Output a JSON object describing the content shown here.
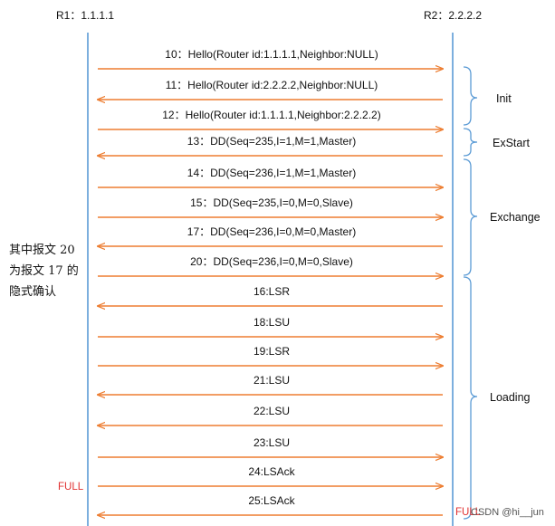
{
  "routers": {
    "left": "R1：1.1.1.1",
    "right": "R2：2.2.2.2"
  },
  "messages": [
    {
      "text": "10：Hello(Router id:1.1.1.1,Neighbor:NULL)",
      "dir": "right"
    },
    {
      "text": "11：Hello(Router id:2.2.2.2,Neighbor:NULL)",
      "dir": "left"
    },
    {
      "text": "12：Hello(Router id:1.1.1.1,Neighbor:2.2.2.2)",
      "dir": "right"
    },
    {
      "text": "13：DD(Seq=235,I=1,M=1,Master)",
      "dir": "left"
    },
    {
      "text": "14：DD(Seq=236,I=1,M=1,Master)",
      "dir": "right"
    },
    {
      "text": "15：DD(Seq=235,I=0,M=0,Slave)",
      "dir": "right"
    },
    {
      "text": "17：DD(Seq=236,I=0,M=0,Master)",
      "dir": "left"
    },
    {
      "text": "20：DD(Seq=236,I=0,M=0,Slave)",
      "dir": "right"
    },
    {
      "text": "16:LSR",
      "dir": "left"
    },
    {
      "text": "18:LSU",
      "dir": "right"
    },
    {
      "text": "19:LSR",
      "dir": "right"
    },
    {
      "text": "21:LSU",
      "dir": "left"
    },
    {
      "text": "22:LSU",
      "dir": "left"
    },
    {
      "text": "23:LSU",
      "dir": "right"
    },
    {
      "text": "24:LSAck",
      "dir": "right"
    },
    {
      "text": "25:LSAck",
      "dir": "left"
    }
  ],
  "phases": [
    "Init",
    "ExStart",
    "Exchange",
    "Loading"
  ],
  "note": [
    "其中报文 20",
    "为报文 17 的",
    "隐式确认"
  ],
  "full_left": "FULL",
  "full_right": "FULL",
  "watermark": "CSDN @hi__jun",
  "colors": {
    "lifeline": "#5b9bd5",
    "arrow": "#ed7d31",
    "brace": "#5b9bd5",
    "full": "#e03030"
  }
}
